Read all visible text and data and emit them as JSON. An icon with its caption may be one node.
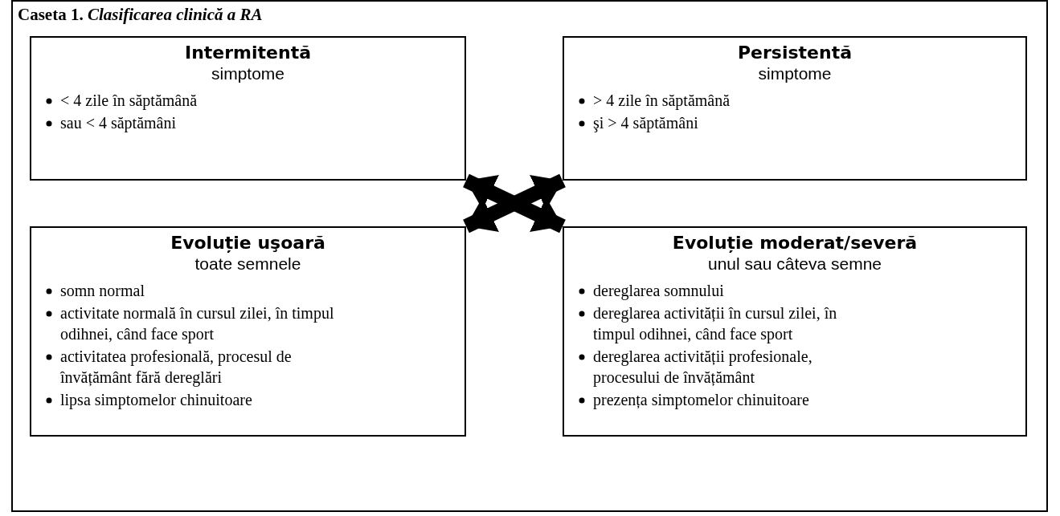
{
  "diagram": {
    "title": "Caseta 1. *Clasificarea clinică a RA*",
    "nodes": [
      {
        "text": [
          "Intermitentă",
          "simptome",
          "< 4 zile în săptămână",
          "sau < 4 săptămâni"
        ]
      },
      {
        "text": [
          "Persistentă",
          "simptome",
          "> 4 zile în săptămână",
          "şi > 4 săptămâni"
        ]
      },
      {
        "text": [
          "Evoluție uşoară",
          "toate semnele",
          "somn normal",
          "activitate normală în cursul zilei, în timpul odihnei, când face sport",
          "activitatea profesională, procesul de învățământ fără dereglări",
          "lipsa simptomelor chinuitoare"
        ]
      },
      {
        "text": [
          "Evoluție moderat/severă",
          "unul sau câteva semne",
          "dereglarea somnului",
          "dereglarea activității în cursul zilei, în timpul odihnei, când face sport",
          "dereglarea activității profesionale, procesului de învățământ",
          "prezența simptomelor chinuitoare"
        ]
      }
    ],
    "edges": [
      {
        "from": 0,
        "to": 3,
        "arrow": "both"
      },
      {
        "from": 1,
        "to": 2,
        "arrow": "both"
      }
    ]
  }
}
